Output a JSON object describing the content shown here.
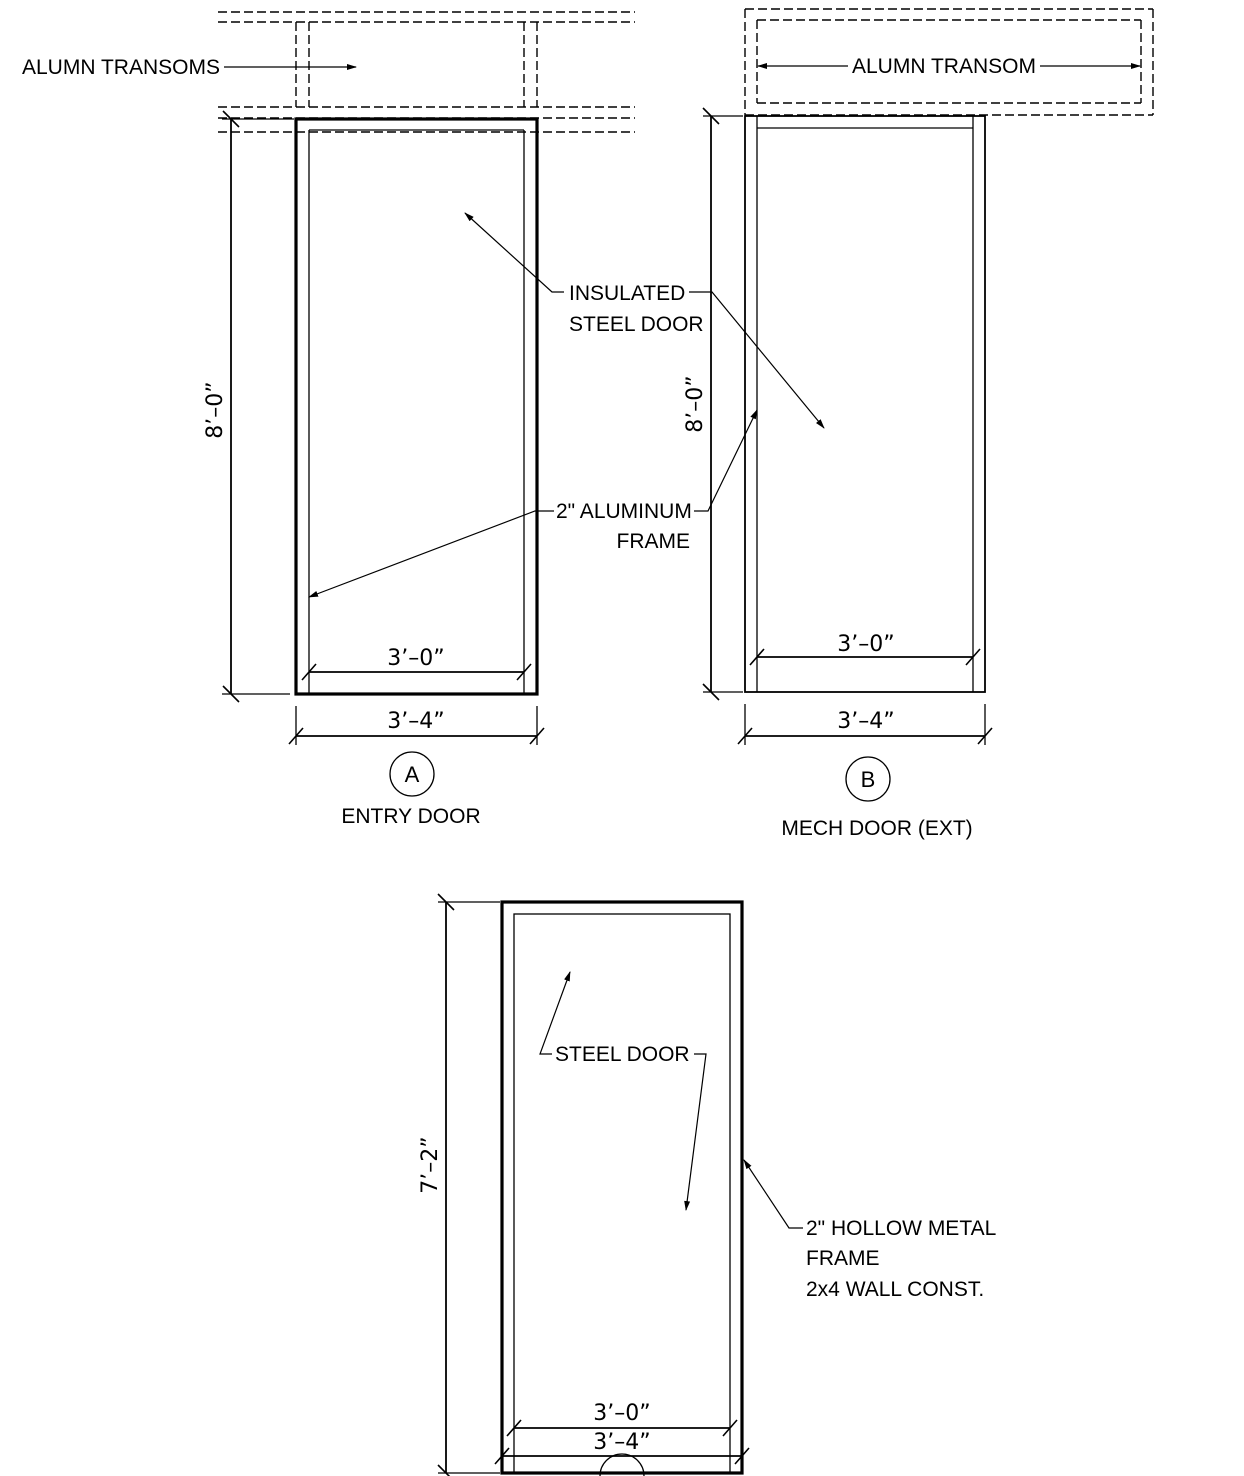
{
  "labels": {
    "alumn_transoms": "ALUMN TRANSOMS",
    "alumn_transom": "ALUMN TRANSOM",
    "insulated_steel_door_line1": "INSULATED",
    "insulated_steel_door_line2": "STEEL DOOR",
    "aluminum_frame_line1": "2\" ALUMINUM",
    "aluminum_frame_line2": "FRAME",
    "steel_door": "STEEL DOOR",
    "hollow_metal_line1": "2\" HOLLOW METAL",
    "hollow_metal_line2": "FRAME",
    "hollow_metal_line3": "2x4 WALL CONST."
  },
  "door_a": {
    "bubble": "A",
    "title": "ENTRY DOOR",
    "height_dim": "8’–0”",
    "inner_width_dim": "3’–0”",
    "outer_width_dim": "3’–4”"
  },
  "door_b": {
    "bubble": "B",
    "title": "MECH DOOR (EXT)",
    "height_dim": "8’–0”",
    "inner_width_dim": "3’–0”",
    "outer_width_dim": "3’–4”"
  },
  "door_c": {
    "height_dim": "7’–2”",
    "inner_width_dim": "3’–0”",
    "outer_width_dim": "3’–4”"
  }
}
